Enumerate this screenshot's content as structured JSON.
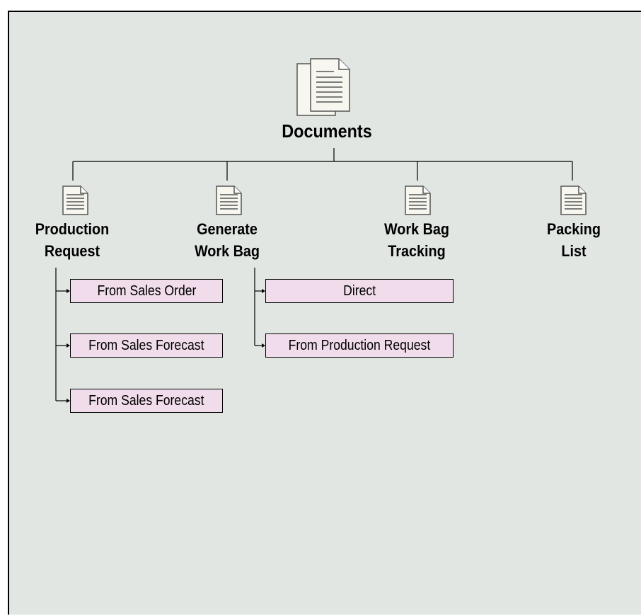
{
  "root": {
    "label": "Documents",
    "icon": "stacked-documents-icon"
  },
  "branches": [
    {
      "id": "production-request",
      "lines": [
        "Production",
        "Request"
      ],
      "icon": "document-icon",
      "children": [
        "From Sales Order",
        "From Sales Forecast",
        "From Sales Forecast"
      ]
    },
    {
      "id": "generate-work-bag",
      "lines": [
        "Generate",
        "Work Bag"
      ],
      "icon": "document-icon",
      "children": [
        "Direct",
        "From Production Request"
      ]
    },
    {
      "id": "work-bag-tracking",
      "lines": [
        "Work Bag",
        "Tracking"
      ],
      "icon": "document-icon",
      "children": []
    },
    {
      "id": "packing-list",
      "lines": [
        "Packing",
        "List"
      ],
      "icon": "document-icon",
      "children": []
    }
  ],
  "colors": {
    "background": "#e1e6e3",
    "box_fill": "#f0dcea",
    "line": "#000000",
    "icon_fill": "#f7f7ef",
    "icon_line": "#555555"
  }
}
